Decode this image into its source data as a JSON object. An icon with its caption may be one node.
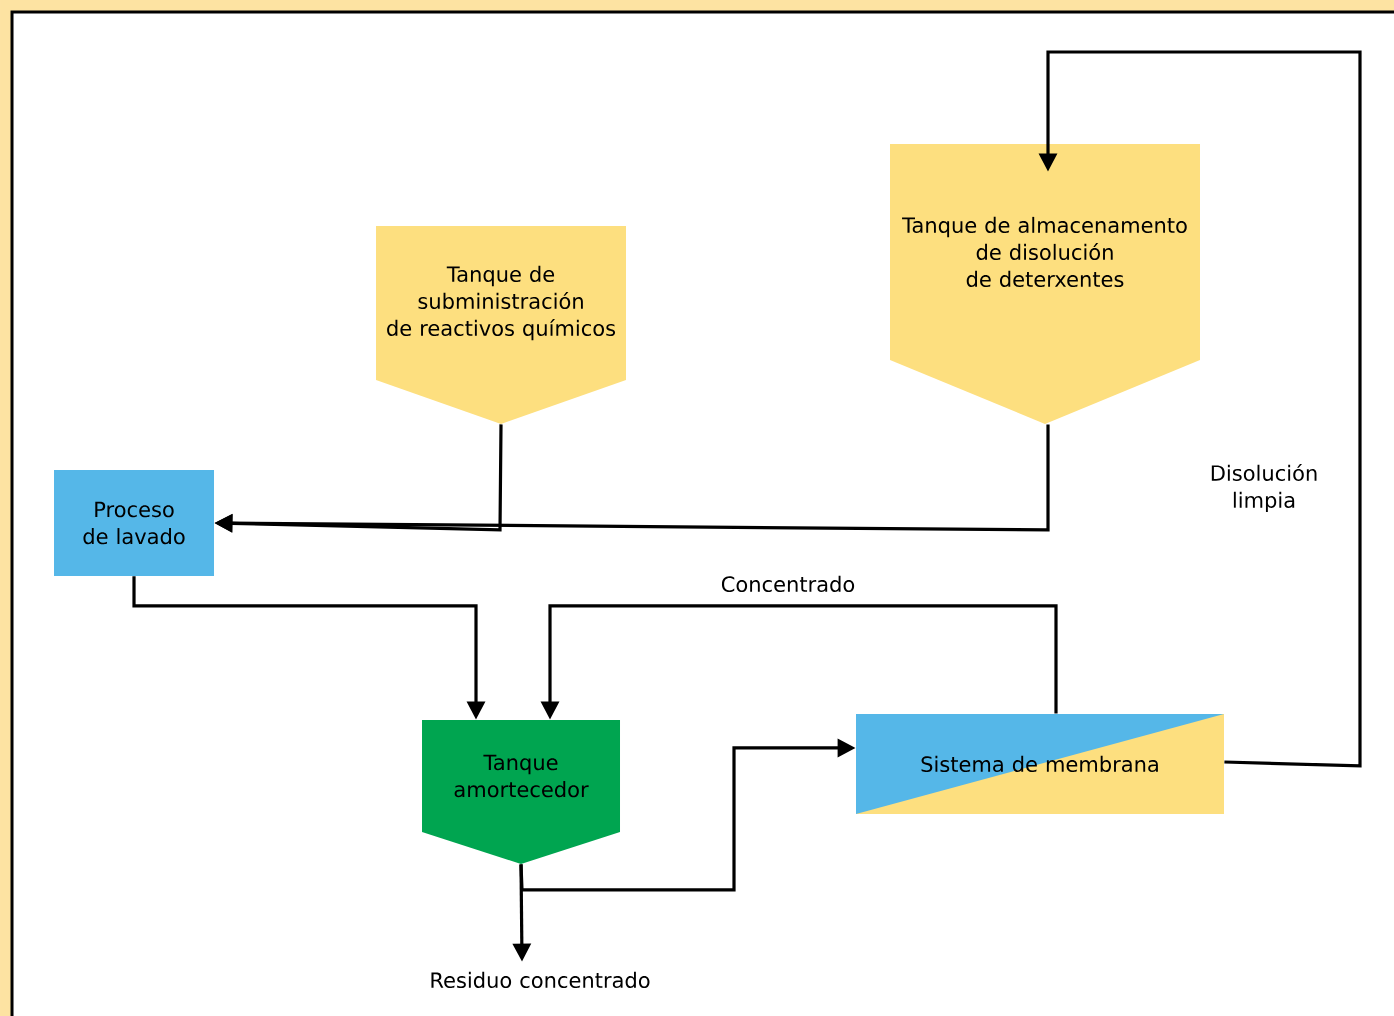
{
  "diagram": {
    "nodes": [
      {
        "text": [
          "Tanque de subministración de reactivos químicos"
        ]
      },
      {
        "text": [
          "Tanque de almacenamento de disolución de deterxentes"
        ]
      },
      {
        "text": [
          "Proceso de lavado"
        ]
      },
      {
        "text": [
          "Tanque amortecedor"
        ]
      },
      {
        "text": [
          "Sistema de membrana"
        ]
      },
      {
        "text": [
          "Residuo concentrado"
        ]
      }
    ],
    "edges": [
      {
        "from": 0,
        "to": 2,
        "arrow": "to"
      },
      {
        "from": 1,
        "to": 2,
        "arrow": "to"
      },
      {
        "from": 2,
        "to": 3,
        "arrow": "to"
      },
      {
        "from": 4,
        "to": 3,
        "arrow": "to",
        "label": "Concentrado"
      },
      {
        "from": 3,
        "to": 4,
        "arrow": "to"
      },
      {
        "from": 3,
        "to": 5,
        "arrow": "to"
      },
      {
        "from": 4,
        "to": 1,
        "arrow": "to",
        "label": "Disolución limpia"
      }
    ]
  }
}
